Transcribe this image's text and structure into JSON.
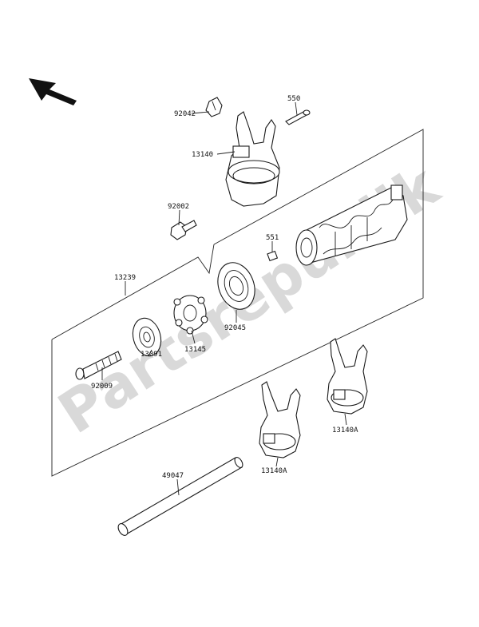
{
  "watermark": "Partsrepublik",
  "labels": {
    "p92042": "92042",
    "p550": "550",
    "p13140": "13140",
    "p92002": "92002",
    "p551": "551",
    "p13239": "13239",
    "p92045": "92045",
    "p13145": "13145",
    "p13091": "13091",
    "p92009": "92009",
    "p13140A_right": "13140A",
    "p13140A_left": "13140A",
    "p49047": "49047"
  }
}
